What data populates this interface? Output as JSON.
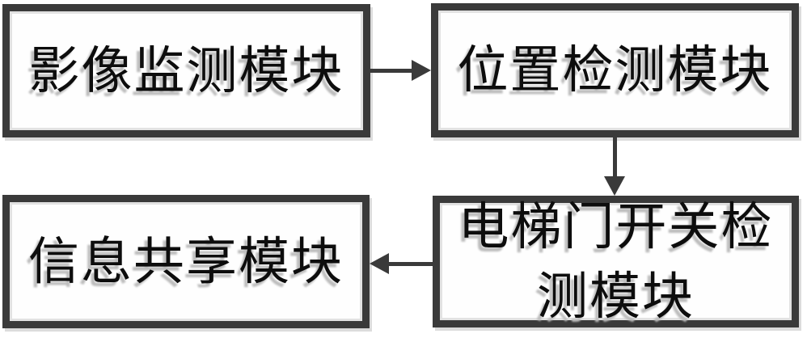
{
  "diagram": {
    "nodes": [
      {
        "id": "image-monitoring",
        "label": "影像监测模块"
      },
      {
        "id": "position-detection",
        "label": "位置检测模块"
      },
      {
        "id": "door-detection",
        "label": "电梯门开关检\n测模块"
      },
      {
        "id": "info-sharing",
        "label": "信息共享模块"
      }
    ],
    "edges": [
      {
        "from": "影像监测模块",
        "to": "位置检测模块",
        "direction": "right"
      },
      {
        "from": "位置检测模块",
        "to": "电梯门开关检测模块",
        "direction": "down"
      },
      {
        "from": "电梯门开关检测模块",
        "to": "信息共享模块",
        "direction": "left"
      }
    ]
  },
  "colors": {
    "background": "#ffffff",
    "border": "#3a3a3a",
    "arrow": "#3a3a3a",
    "text": "#0d0d0d",
    "shadow": "#bdbdbd"
  }
}
